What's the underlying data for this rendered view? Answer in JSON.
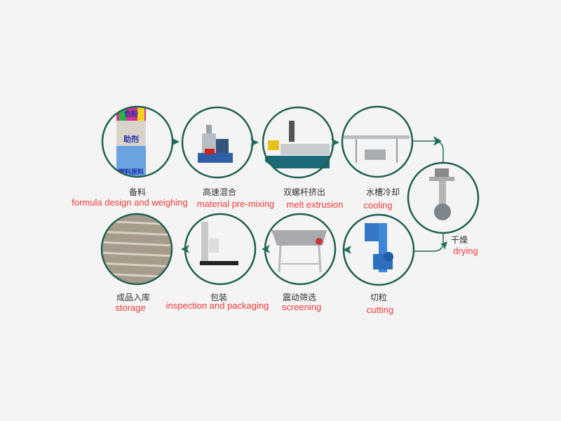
{
  "colors": {
    "ring": "#1f5f50",
    "arrow": "#1f6e5e",
    "label_en": "#f03a3a",
    "label_cn": "#333333"
  },
  "steps": [
    {
      "cn": "备料",
      "en": "formula design and weighing",
      "icon": "raw-materials-image",
      "image_text": [
        "色粉",
        "助剂",
        "塑料原料"
      ]
    },
    {
      "cn": "高速混合",
      "en": "material pre-mixing",
      "icon": "high-speed-mixer-image"
    },
    {
      "cn": "双螺杆挤出",
      "en": "melt extrusion",
      "icon": "twin-screw-extruder-image"
    },
    {
      "cn": "水槽冷却",
      "en": "cooling",
      "icon": "water-trough-image"
    },
    {
      "cn": "干燥",
      "en": "drying",
      "icon": "dryer-blower-image"
    },
    {
      "cn": "切粒",
      "en": "cutting",
      "icon": "pelletizer-image"
    },
    {
      "cn": "震动筛选",
      "en": "screening",
      "icon": "vibrating-screen-image"
    },
    {
      "cn": "包装",
      "en": "inspection and packaging",
      "icon": "packaging-machine-image"
    },
    {
      "cn": "成品入库",
      "en": "storage",
      "icon": "warehouse-bags-image"
    }
  ]
}
